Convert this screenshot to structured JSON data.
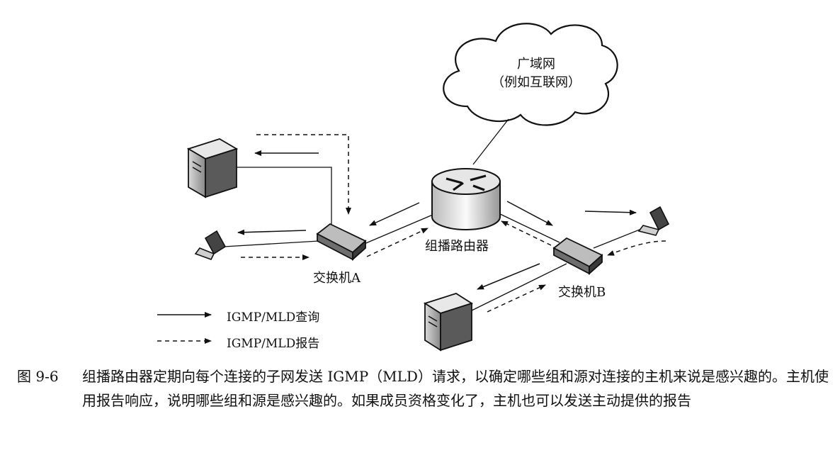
{
  "nodes": {
    "wan_line1": "广域网",
    "wan_line2": "（例如互联网）",
    "router": "组播路由器",
    "switch_a": "交换机A",
    "switch_b": "交换机B"
  },
  "legend": {
    "query": "IGMP/MLD查询",
    "report": "IGMP/MLD报告"
  },
  "caption": {
    "figure_number": "图 9-6",
    "text": "组播路由器定期向每个连接的子网发送 IGMP（MLD）请求，以确定哪些组和源对连接的主机来说是感兴趣的。主机使用报告响应，说明哪些组和源是感兴趣的。如果成员资格变化了，主机也可以发送主动提供的报告"
  }
}
